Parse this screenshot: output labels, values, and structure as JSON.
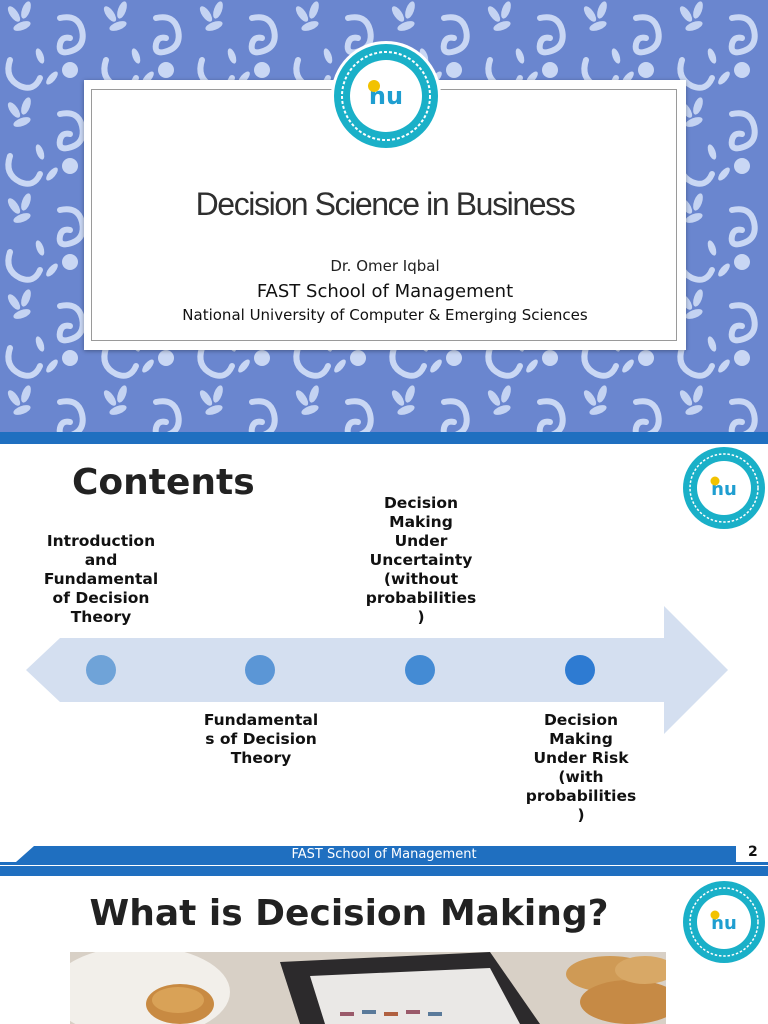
{
  "slide1": {
    "title": "Decision Science in Business",
    "presenter": "Dr. Omer Iqbal",
    "school": "FAST School of Management",
    "university": "National University of Computer & Emerging Sciences"
  },
  "slide2": {
    "title": "Contents",
    "timeline": [
      {
        "label": "Introduction\nand\nFundamental\nof Decision\nTheory",
        "position": "above"
      },
      {
        "label": "Fundamental\ns of Decision\nTheory",
        "position": "below"
      },
      {
        "label": "Decision\nMaking\nUnder\nUncertainty\n(without\nprobabilities\n)",
        "position": "above"
      },
      {
        "label": "Decision\nMaking\nUnder Risk\n(with\nprobabilities\n)",
        "position": "below"
      }
    ],
    "footer": "FAST School of Management",
    "page_number": "2"
  },
  "slide3": {
    "title": "What is Decision Making?"
  },
  "logo": {
    "initials": "nu"
  },
  "colors": {
    "pattern_bg": "#6a86cf",
    "accent_blue": "#1f6fc0",
    "arrow": "#d4dff0",
    "node_1": "#6fa3d8",
    "node_4": "#2e7bd2"
  }
}
